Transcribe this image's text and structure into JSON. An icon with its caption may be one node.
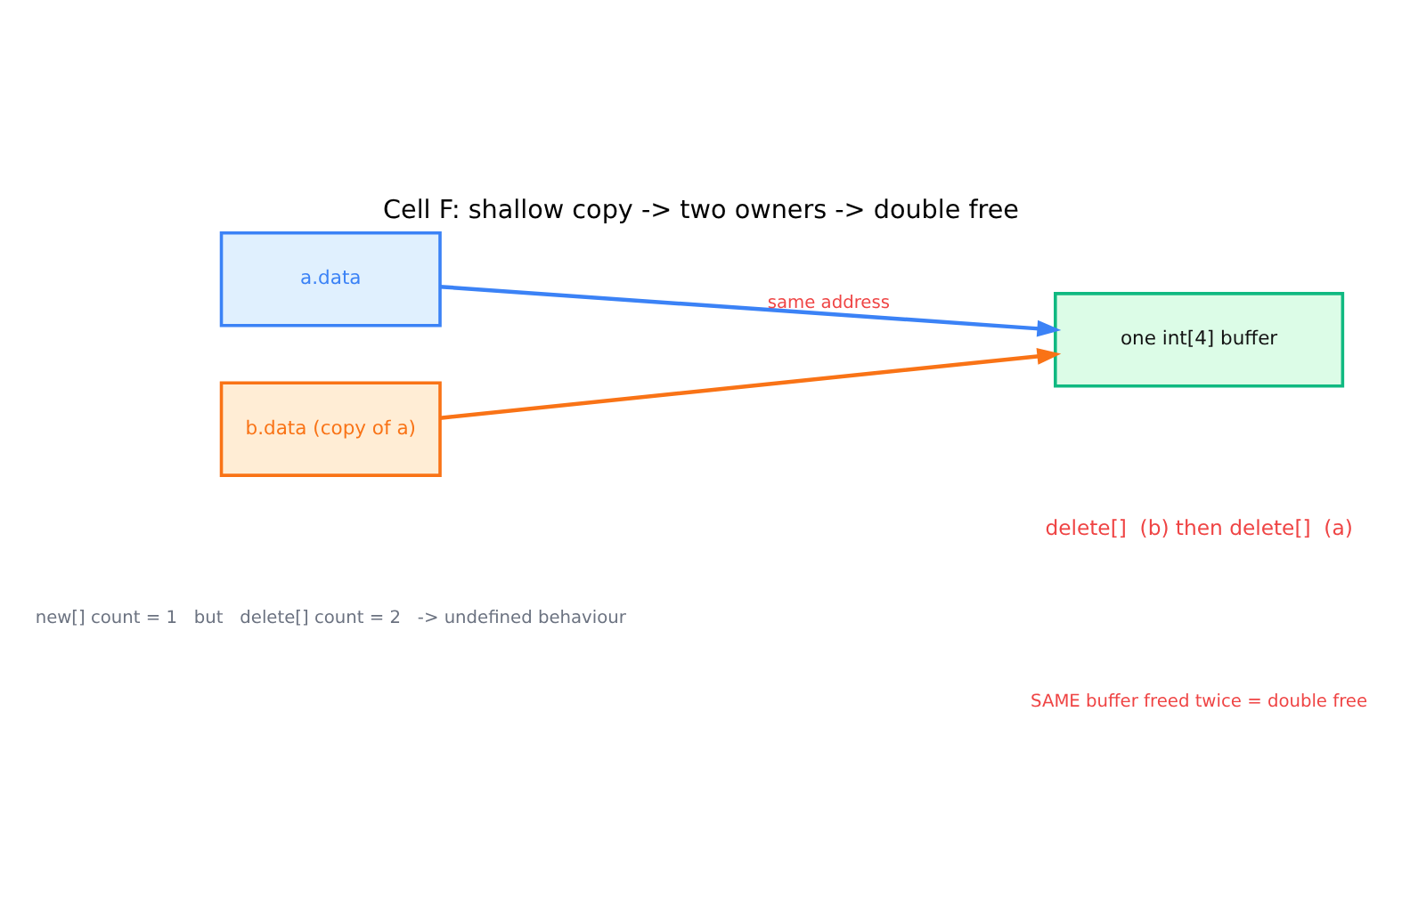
{
  "diagram": {
    "title": "Cell F: shallow copy -> two owners -> double free",
    "nodes": [
      {
        "text": [
          "a.data"
        ]
      },
      {
        "text": [
          "b.data (copy of a)"
        ]
      },
      {
        "text": [
          "one int[4] buffer"
        ]
      }
    ],
    "edges": [
      {
        "from": 0,
        "to": 2,
        "arrow": "to",
        "label": "same address",
        "color": "#3b82f6"
      },
      {
        "from": 1,
        "to": 2,
        "arrow": "to",
        "color": "#f97316"
      }
    ],
    "labels": [
      "delete[]  (b) then delete[]  (a)",
      "SAME buffer freed twice = double free",
      "new[] count = 1   but   delete[] count = 2   -> undefined behaviour"
    ]
  }
}
